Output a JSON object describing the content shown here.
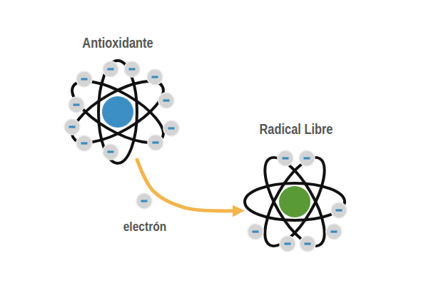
{
  "diagram": {
    "nodes": [
      {
        "text": [
          "Antioxidante"
        ]
      },
      {
        "text": [
          "Radical Libre"
        ]
      }
    ],
    "edges": [
      {
        "from": 0,
        "to": 1,
        "arrow": "to",
        "label": "electrón"
      }
    ]
  }
}
